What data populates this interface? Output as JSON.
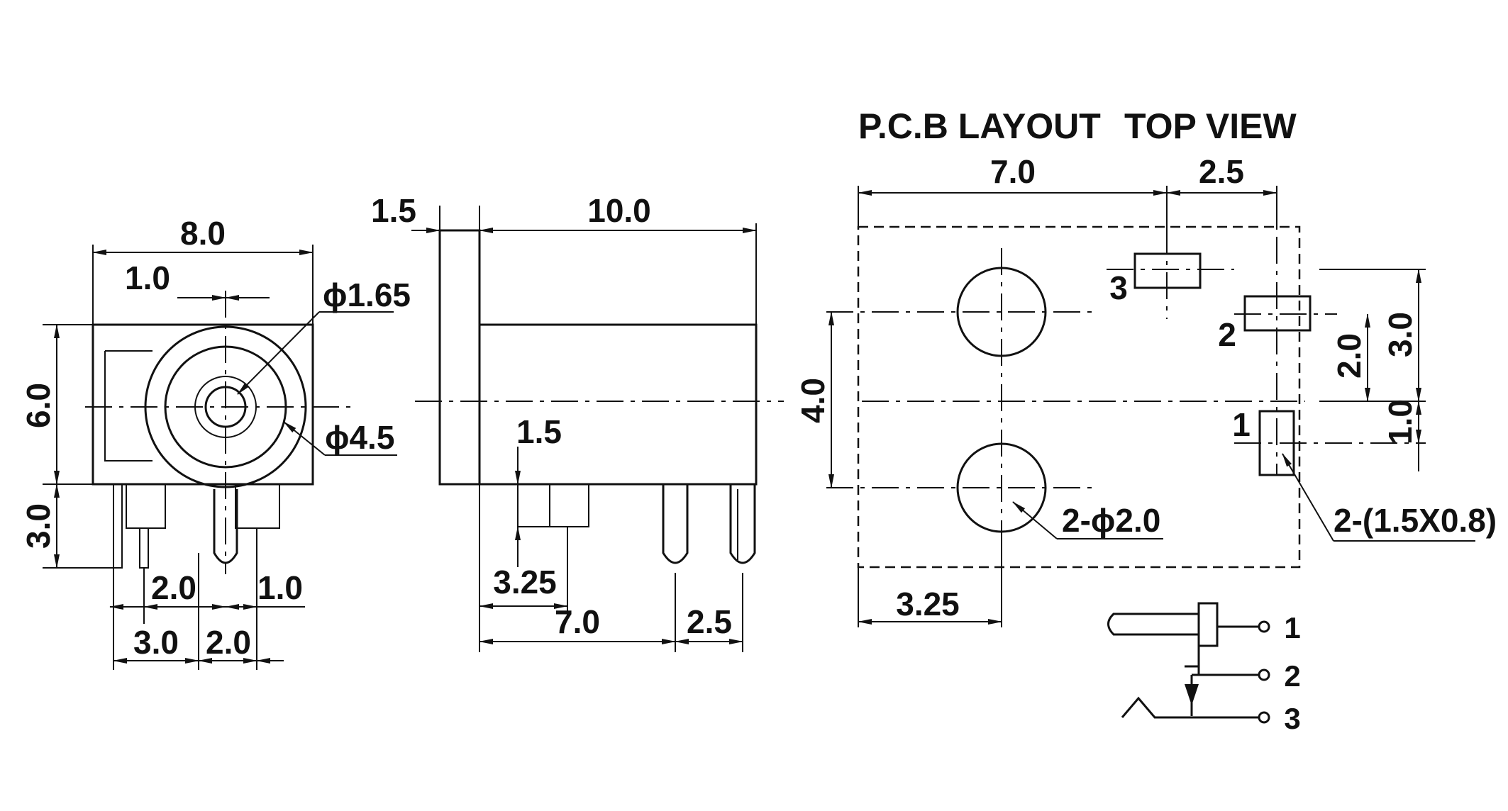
{
  "headings": {
    "pcb_layout": "P.C.B LAYOUT",
    "top_view": "TOP VIEW"
  },
  "front_view": {
    "width_8_0": "8.0",
    "offset_1_0": "1.0",
    "hole_dia_1_65": "ϕ1.65",
    "outer_dia_4_5": "ϕ4.5",
    "height_6_0": "6.0",
    "pin_len_3_0": "3.0",
    "pin_2_0": "2.0",
    "pin_1_0": "1.0",
    "bottom_3_0": "3.0",
    "bottom_2_0": "2.0"
  },
  "side_view": {
    "front_1_5": "1.5",
    "body_10_0": "10.0",
    "pin_1_5": "1.5",
    "pin_3_25": "3.25",
    "pin_7_0": "7.0",
    "pin_2_5": "2.5"
  },
  "pcb": {
    "top_7_0": "7.0",
    "top_2_5": "2.5",
    "left_4_0": "4.0",
    "right_3_0": "3.0",
    "right_2_0": "2.0",
    "right_1_0": "1.0",
    "bottom_3_25": "3.25",
    "holes_label": "2-ϕ2.0",
    "slots_label": "2-(1.5X0.8)",
    "pad_labels": [
      "1",
      "2",
      "3"
    ]
  },
  "schematic": {
    "pins": [
      "1",
      "2",
      "3"
    ]
  }
}
